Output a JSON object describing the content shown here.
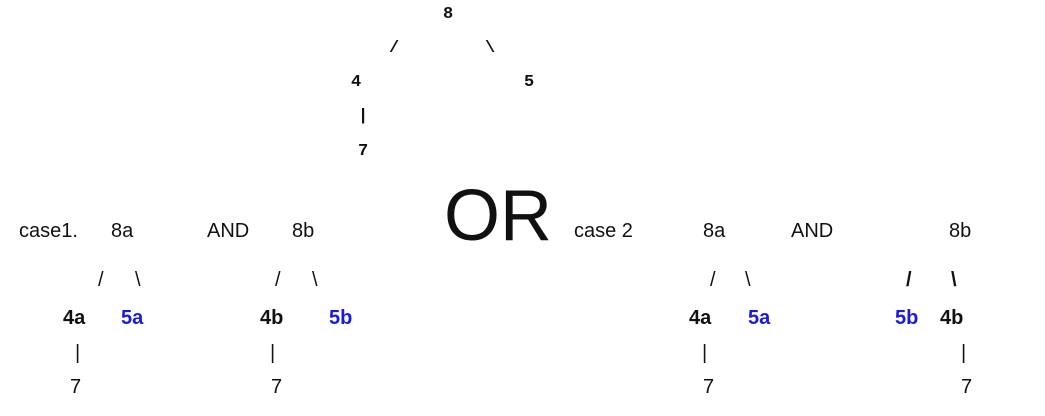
{
  "top_tree": {
    "root": "8",
    "left_branch": "/",
    "right_branch": "\\",
    "left_child": "4",
    "right_child": "5",
    "left_child_edge": "|",
    "left_grandchild": "7"
  },
  "separator": "OR",
  "case1": {
    "label": "case1.",
    "tree_a": {
      "root": "8a",
      "left_branch": "/",
      "right_branch": "\\",
      "left_child": "4a",
      "right_child": "5a",
      "edge": "|",
      "grandchild": "7"
    },
    "conjunction": "AND",
    "tree_b": {
      "root": "8b",
      "left_branch": "/",
      "right_branch": "\\",
      "left_child": "4b",
      "right_child": "5b",
      "edge": "|",
      "grandchild": "7"
    }
  },
  "case2": {
    "label": "case 2",
    "tree_a": {
      "root": "8a",
      "left_branch": "/",
      "right_branch": "\\",
      "left_child": "4a",
      "right_child": "5a",
      "edge": "|",
      "grandchild": "7"
    },
    "conjunction": "AND",
    "tree_b": {
      "root": "8b",
      "left_branch": "/",
      "right_branch": "\\",
      "left_child": "5b",
      "right_child": "4b",
      "edge": "|",
      "grandchild": "7"
    }
  },
  "colors": {
    "text": "#111111",
    "highlight_node": "#1a1adf",
    "background": "#ffffff"
  }
}
